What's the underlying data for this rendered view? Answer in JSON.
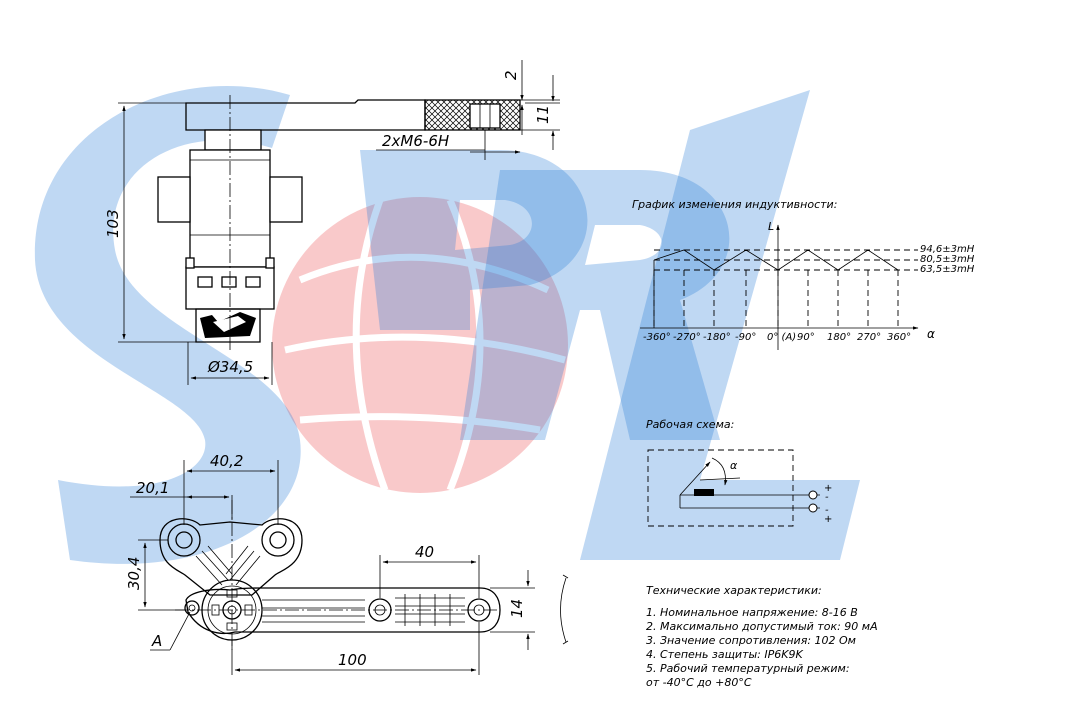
{
  "watermark": {
    "text": "SPRL",
    "colors": {
      "blue": "#2a7fd8",
      "red": "#e8262d"
    }
  },
  "top_view": {
    "dim_height": "103",
    "dim_thread": "2xM6-6H",
    "dim_2": "2",
    "dim_11": "11",
    "dim_diameter": "Ø34,5"
  },
  "bottom_view": {
    "dim_40_2": "40,2",
    "dim_20_1": "20,1",
    "dim_30_4": "30,4",
    "dim_40": "40",
    "dim_14": "14",
    "dim_100": "100",
    "label_a": "A"
  },
  "graph": {
    "title": "График изменения индуктивности:",
    "y_axis_label": "L",
    "x_axis_label": "α",
    "ticks": [
      "-360°",
      "-270°",
      "-180°",
      "-90°",
      "0° (A)",
      "90°",
      "180°",
      "270°",
      "360°"
    ],
    "levels": [
      "94,6±3mH",
      "80,5±3mH",
      "63,5±3mH"
    ]
  },
  "scheme": {
    "title": "Рабочая схема:",
    "alpha": "α",
    "t1a": "+",
    "t1b": "-",
    "t2a": "-",
    "t2b": "+"
  },
  "specs": {
    "title": "Технические характеристики:",
    "items": [
      "1. Номинальное напряжение: 8-16 В",
      "2. Максимально допустимый ток: 90 мА",
      "3. Значение сопротивления: 102 Ом",
      "4. Степень защиты: IP6K9K",
      "5. Рабочий температурный режим:",
      "от -40°С до +80°С"
    ]
  }
}
